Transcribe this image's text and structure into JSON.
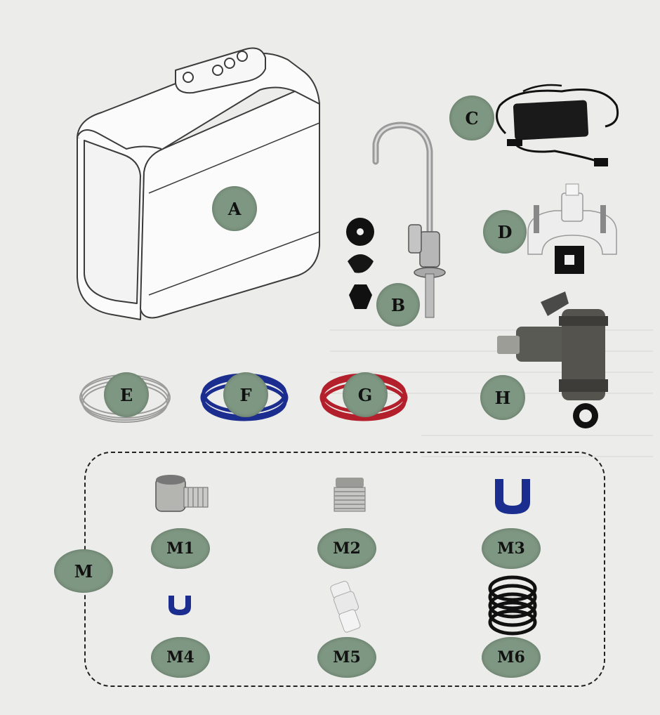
{
  "labels": {
    "a": "A",
    "b": "B",
    "c": "C",
    "d": "D",
    "e": "E",
    "f": "F",
    "g": "G",
    "h": "H",
    "m": "M",
    "m1": "M1",
    "m2": "M2",
    "m3": "M3",
    "m4": "M4",
    "m5": "M5",
    "m6": "M6"
  },
  "colors": {
    "label_bg": "#7e9782",
    "blue_tube": "#1b2e8f",
    "red_tube": "#b3202c",
    "white_tube": "#f4f4f4",
    "black_part": "#111111",
    "metal": "#a8a8a8"
  }
}
